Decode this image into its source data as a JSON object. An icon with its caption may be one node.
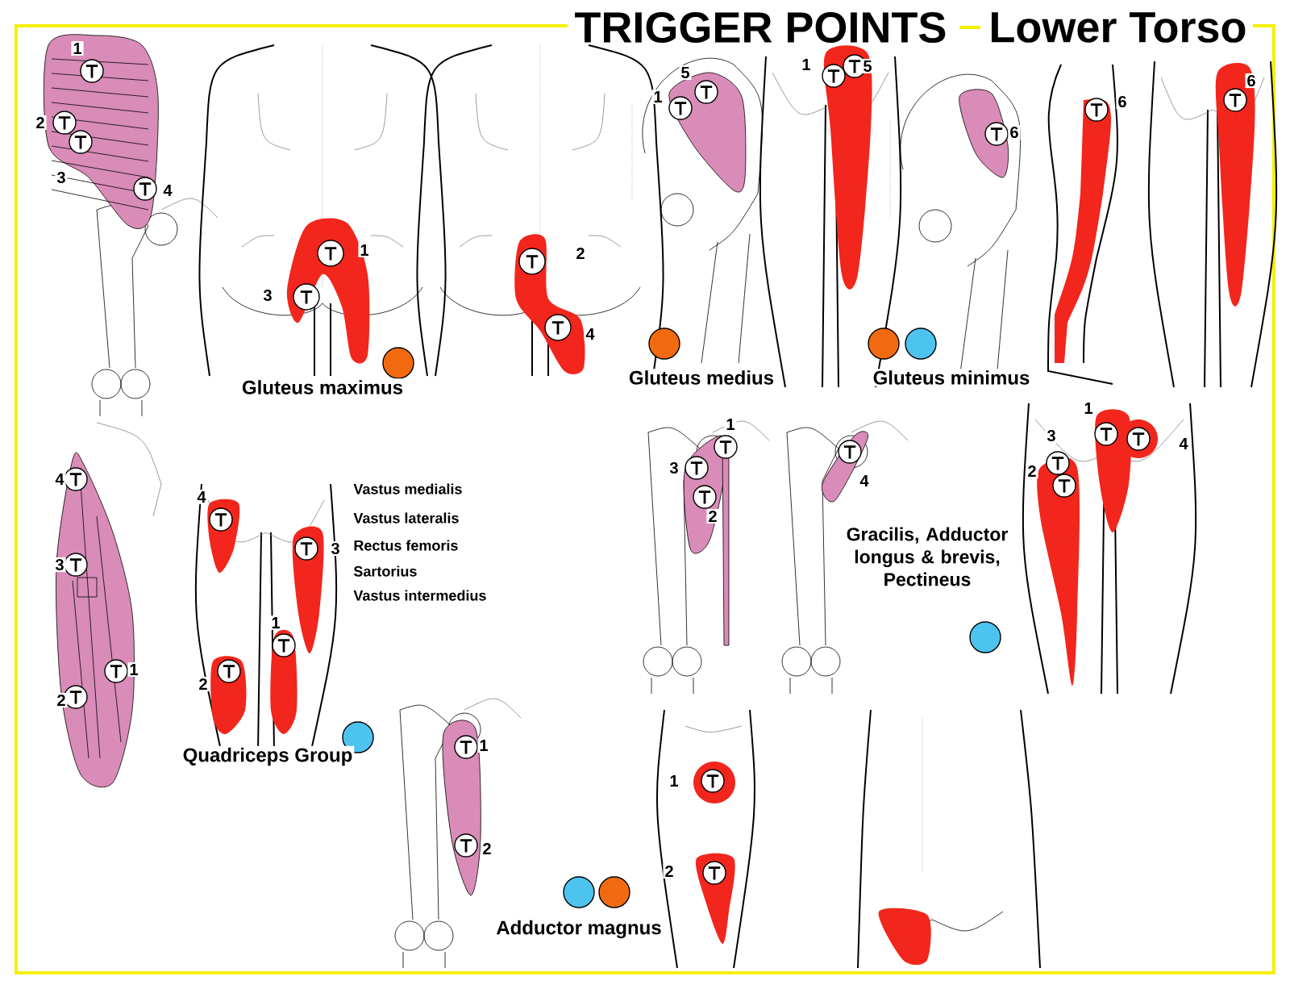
{
  "diagram": {
    "title": "TRIGGER POINTS",
    "labels": [
      "Lower Torso",
      "1",
      "2",
      "3",
      "4",
      "1",
      "3",
      "2",
      "4",
      "Gluteus maximus",
      "5",
      "1",
      "1",
      "5",
      "6",
      "6",
      "6",
      "Gluteus medius",
      "Gluteus minimus",
      "4",
      "3",
      "1",
      "2",
      "4",
      "3",
      "1",
      "2",
      "Vastus medialis",
      "Vastus lateralis",
      "Rectus femoris",
      "Sartorius",
      "Vastus intermedius",
      "Quadriceps Group",
      "1",
      "3",
      "2",
      "4",
      "1",
      "3",
      "2",
      "4",
      "Gracilis, Adductor longus & brevis, Pectineus",
      "1",
      "2",
      "1",
      "2",
      "Adductor magnus"
    ]
  }
}
